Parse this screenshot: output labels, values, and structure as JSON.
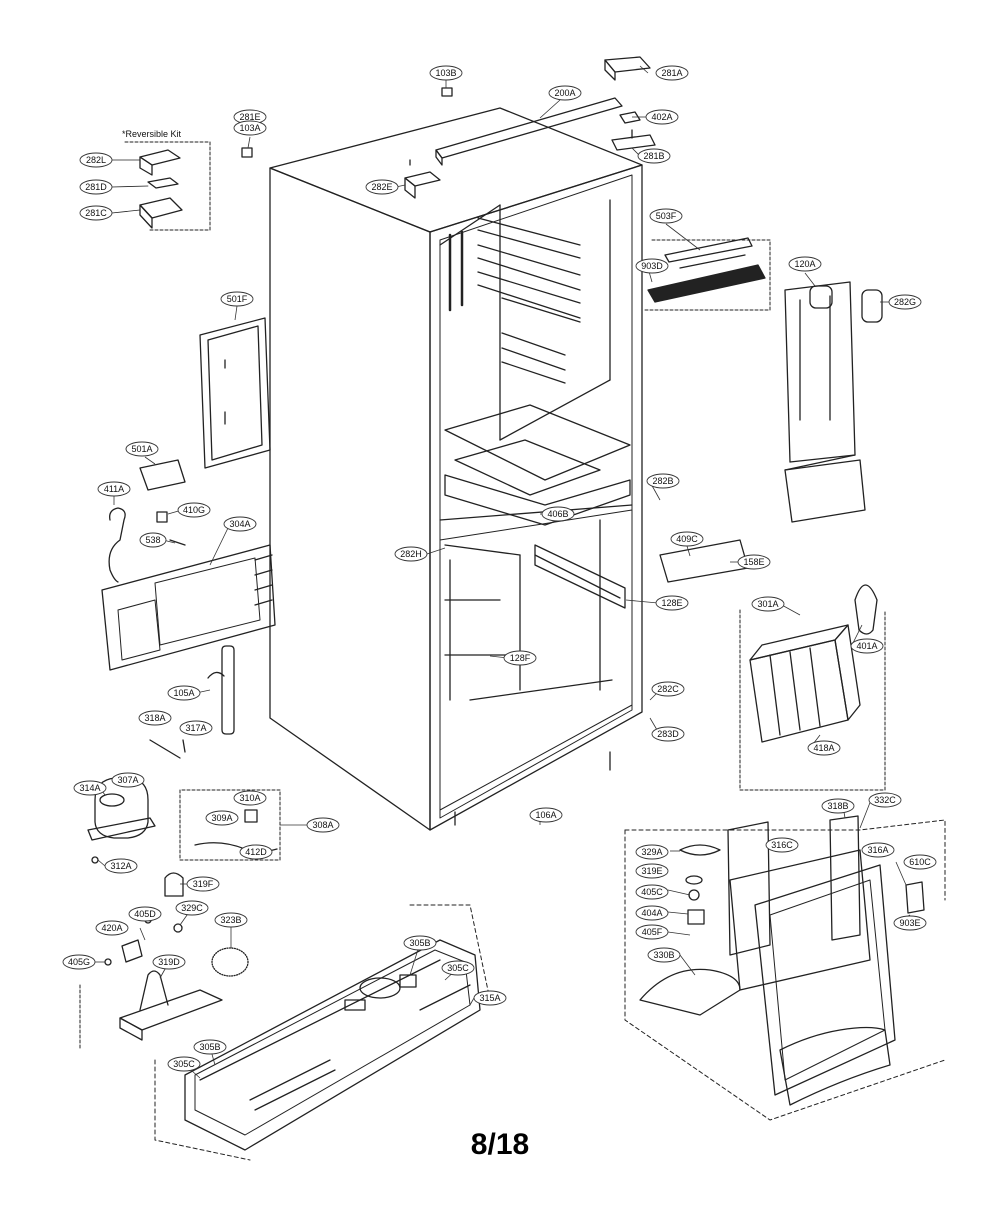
{
  "page_number": "8/18",
  "reversible_kit_note": "*Reversible Kit",
  "part_labels": [
    {
      "id": "103B",
      "text": "103B"
    },
    {
      "id": "281A",
      "text": "281A"
    },
    {
      "id": "200A",
      "text": "200A"
    },
    {
      "id": "402A",
      "text": "402A"
    },
    {
      "id": "281B",
      "text": "281B"
    },
    {
      "id": "281E",
      "text": "281E"
    },
    {
      "id": "103A",
      "text": "103A"
    },
    {
      "id": "282L",
      "text": "282L"
    },
    {
      "id": "281D",
      "text": "281D"
    },
    {
      "id": "281C",
      "text": "281C"
    },
    {
      "id": "282E",
      "text": "282E"
    },
    {
      "id": "503F",
      "text": "503F"
    },
    {
      "id": "903D",
      "text": "903D"
    },
    {
      "id": "120A",
      "text": "120A"
    },
    {
      "id": "282G",
      "text": "282G"
    },
    {
      "id": "501F",
      "text": "501F"
    },
    {
      "id": "501A",
      "text": "501A"
    },
    {
      "id": "411A",
      "text": "411A"
    },
    {
      "id": "410G",
      "text": "410G"
    },
    {
      "id": "304A",
      "text": "304A"
    },
    {
      "id": "538",
      "text": "538"
    },
    {
      "id": "406B",
      "text": "406B"
    },
    {
      "id": "282B",
      "text": "282B"
    },
    {
      "id": "282H",
      "text": "282H"
    },
    {
      "id": "409C",
      "text": "409C"
    },
    {
      "id": "158E",
      "text": "158E"
    },
    {
      "id": "128E",
      "text": "128E"
    },
    {
      "id": "301A",
      "text": "301A"
    },
    {
      "id": "401A",
      "text": "401A"
    },
    {
      "id": "128F",
      "text": "128F"
    },
    {
      "id": "105A",
      "text": "105A"
    },
    {
      "id": "318A",
      "text": "318A"
    },
    {
      "id": "317A",
      "text": "317A"
    },
    {
      "id": "282C",
      "text": "282C"
    },
    {
      "id": "283D",
      "text": "283D"
    },
    {
      "id": "418A",
      "text": "418A"
    },
    {
      "id": "314A",
      "text": "314A"
    },
    {
      "id": "307A",
      "text": "307A"
    },
    {
      "id": "310A",
      "text": "310A"
    },
    {
      "id": "309A",
      "text": "309A"
    },
    {
      "id": "308A",
      "text": "308A"
    },
    {
      "id": "312A",
      "text": "312A"
    },
    {
      "id": "412D",
      "text": "412D"
    },
    {
      "id": "319F",
      "text": "319F"
    },
    {
      "id": "106A",
      "text": "106A"
    },
    {
      "id": "332C",
      "text": "332C"
    },
    {
      "id": "318B",
      "text": "318B"
    },
    {
      "id": "316C",
      "text": "316C"
    },
    {
      "id": "316A",
      "text": "316A"
    },
    {
      "id": "329A",
      "text": "329A"
    },
    {
      "id": "319E",
      "text": "319E"
    },
    {
      "id": "610C",
      "text": "610C"
    },
    {
      "id": "405C",
      "text": "405C"
    },
    {
      "id": "404A",
      "text": "404A"
    },
    {
      "id": "405F",
      "text": "405F"
    },
    {
      "id": "903E",
      "text": "903E"
    },
    {
      "id": "330B",
      "text": "330B"
    },
    {
      "id": "420A",
      "text": "420A"
    },
    {
      "id": "405D",
      "text": "405D"
    },
    {
      "id": "329C",
      "text": "329C"
    },
    {
      "id": "323B",
      "text": "323B"
    },
    {
      "id": "305B",
      "text": "305B"
    },
    {
      "id": "305C",
      "text": "305C"
    },
    {
      "id": "405G",
      "text": "405G"
    },
    {
      "id": "319D",
      "text": "319D"
    },
    {
      "id": "315A",
      "text": "315A"
    },
    {
      "id": "305B_2",
      "text": "305B"
    },
    {
      "id": "305C_2",
      "text": "305C"
    }
  ]
}
